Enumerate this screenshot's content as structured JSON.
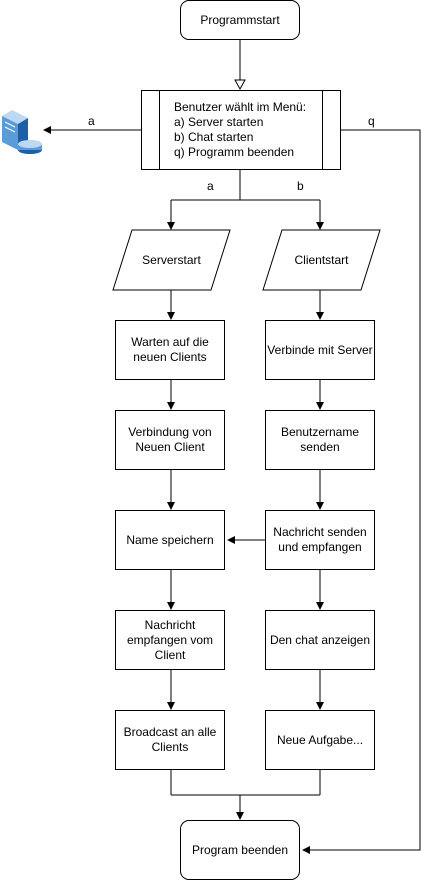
{
  "nodes": {
    "start": "Programmstart",
    "menu": "Benutzer wählt im Menü:\na) Server starten\nb) Chat starten\nq) Programm beenden",
    "serverstart": "Serverstart",
    "clientstart": "Clientstart",
    "wait_clients": "Warten auf die\nneuen Clients",
    "connect_server": "Verbinde mit Server",
    "connect_new_client": "Verbindung von\nNeuen Client",
    "send_username": "Benutzername\nsenden",
    "save_name": "Name speichern",
    "send_receive": "Nachricht senden\nund empfangen",
    "receive_message": "Nachricht\nempfangen vom\nClient",
    "show_chat": "Den chat anzeigen",
    "broadcast": "Broadcast an alle\nClients",
    "new_task": "Neue Aufgabe...",
    "end": "Program beenden"
  },
  "edge_labels": {
    "a_left": "a",
    "q_right": "q",
    "a_down": "a",
    "b_down": "b"
  },
  "icons": {
    "server": "server-icon"
  }
}
